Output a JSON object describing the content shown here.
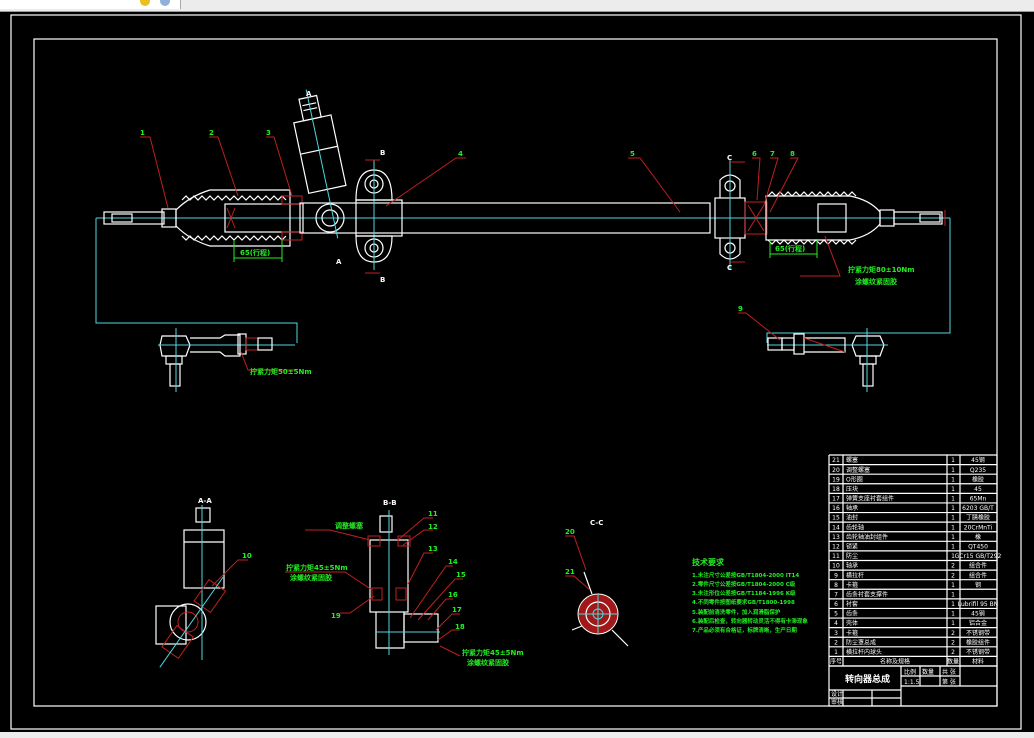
{
  "app": {
    "title": "CAD Drawing Viewer"
  },
  "drawing": {
    "title": "转向器总成",
    "section_labels": {
      "aa": "A-A",
      "bb": "B-B",
      "cc": "C-C",
      "a": "A",
      "b": "B",
      "c": "C"
    },
    "balloons": [
      "1",
      "2",
      "3",
      "4",
      "5",
      "6",
      "7",
      "8",
      "9",
      "10",
      "11",
      "12",
      "13",
      "14",
      "15",
      "16",
      "17",
      "18",
      "19",
      "20",
      "21"
    ],
    "annotations": {
      "dim_left": "65(行程)",
      "dim_right": "65(行程)",
      "torque_right_1": "拧紧力矩80±10Nm",
      "torque_right_2": "涂螺纹紧固胶",
      "torque_left": "拧紧力矩50±5Nm",
      "torque_mid_1": "拧紧力矩45±5Nm",
      "torque_mid_2": "涂螺纹紧固胶",
      "torque_bottom_1": "拧紧力矩45±5Nm",
      "torque_bottom_2": "涂螺纹紧固胶",
      "adjust_note": "调整螺塞"
    },
    "tech_requirements": {
      "heading": "技术要求",
      "items": [
        "1.未注尺寸公差按GB/T1804-2000 IT14",
        "2.零件尺寸公差按GB/T1804-2000 C级",
        "3.未注形位公差按GB/T1184-1996 K级",
        "4.不同零件按图纸要求GB/T1800-1998",
        "5.装配前清洗零件，加入润滑脂保护",
        "6.装配后检查，转向器转动灵活不得有卡滞现象",
        "7.产品必须有合格证，标牌清晰，生产日期"
      ]
    },
    "parts_list": {
      "rows": [
        {
          "no": "21",
          "name": "螺塞",
          "qty": "1",
          "material": "45钢"
        },
        {
          "no": "20",
          "name": "调整螺塞",
          "qty": "1",
          "material": "Q235"
        },
        {
          "no": "19",
          "name": "O形圈",
          "qty": "1",
          "material": "橡胶"
        },
        {
          "no": "18",
          "name": "压块",
          "qty": "1",
          "material": "45"
        },
        {
          "no": "17",
          "name": "弹簧支座衬套组件",
          "qty": "1",
          "material": "65Mn"
        },
        {
          "no": "16",
          "name": "轴承",
          "qty": "1",
          "material": "6203 GB/T"
        },
        {
          "no": "15",
          "name": "油封",
          "qty": "1",
          "material": "丁腈橡胶"
        },
        {
          "no": "14",
          "name": "齿轮轴",
          "qty": "1",
          "material": "20CrMnTi"
        },
        {
          "no": "13",
          "name": "齿轮轴油封组件",
          "qty": "1",
          "material": "橡"
        },
        {
          "no": "12",
          "name": "锁紧",
          "qty": "1",
          "material": "QT450"
        },
        {
          "no": "11",
          "name": "防尘",
          "qty": "1",
          "material": "GCr15 GB/T292"
        },
        {
          "no": "10",
          "name": "轴承",
          "qty": "2",
          "material": "组合件"
        },
        {
          "no": "9",
          "name": "横拉杆",
          "qty": "2",
          "material": "组合件"
        },
        {
          "no": "8",
          "name": "卡箍",
          "qty": "1",
          "material": "钢"
        },
        {
          "no": "7",
          "name": "齿条衬套支撑件",
          "qty": "1",
          "material": ""
        },
        {
          "no": "6",
          "name": "衬套",
          "qty": "1",
          "material": "Lubrifil 95 BN"
        },
        {
          "no": "5",
          "name": "齿条",
          "qty": "1",
          "material": "45钢"
        },
        {
          "no": "4",
          "name": "壳体",
          "qty": "1",
          "material": "铝合金"
        },
        {
          "no": "3",
          "name": "卡箍",
          "qty": "2",
          "material": "不锈钢带"
        },
        {
          "no": "2",
          "name": "防尘罩总成",
          "qty": "2",
          "material": "橡胶组件"
        },
        {
          "no": "1",
          "name": "横拉杆内球头",
          "qty": "2",
          "material": "不锈钢带"
        }
      ],
      "header": {
        "no": "序号",
        "name": "名称及规格",
        "qty": "数量",
        "material": "材料"
      }
    },
    "title_block": {
      "name": "转向器总成",
      "scale_label": "比例",
      "scale": "1:1.5",
      "qty_label": "数量",
      "sheet": "共 张",
      "sheet2": "第 张",
      "designer": "设计",
      "checker": "审核"
    }
  }
}
